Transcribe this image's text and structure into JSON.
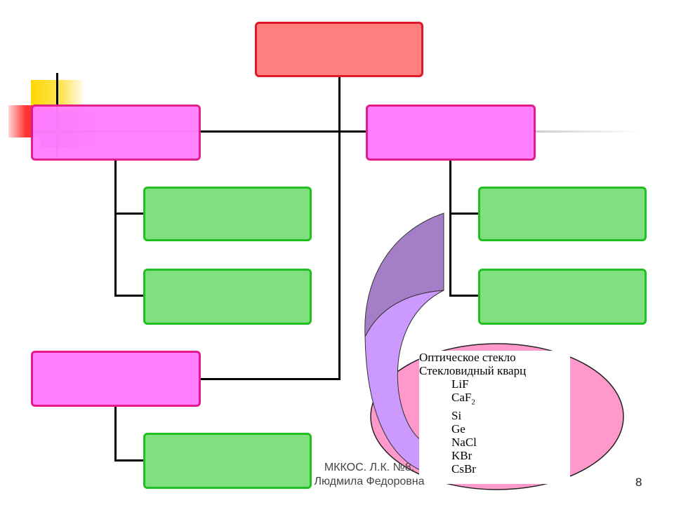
{
  "colors": {
    "root_fill": "#ff7f7f",
    "root_border": "#e0182c",
    "branch_fill": "#ff7fff",
    "branch_border": "#e21a8a",
    "leaf_fill": "#80e080",
    "leaf_border": "#1fc01f",
    "ellipse_fill": "#ff99cc",
    "arrow_dark": "#a47fc8",
    "arrow_light": "#cc99ff",
    "deco_yellow": "#ffd700",
    "deco_red": "#ff3333",
    "deco_violet": "#8a2be2"
  },
  "materials": {
    "items": [
      "Оптическое стекло",
      "Стекловидный кварц",
      "LiF",
      "CaF",
      "Si",
      "Ge",
      "NaCl",
      "KBr",
      "CsBr"
    ],
    "caf_subscript": "2"
  },
  "footer": {
    "line1": "МККОС. Л.К. №8.",
    "line2": "Людмила Федоровна"
  },
  "page_number": "8"
}
